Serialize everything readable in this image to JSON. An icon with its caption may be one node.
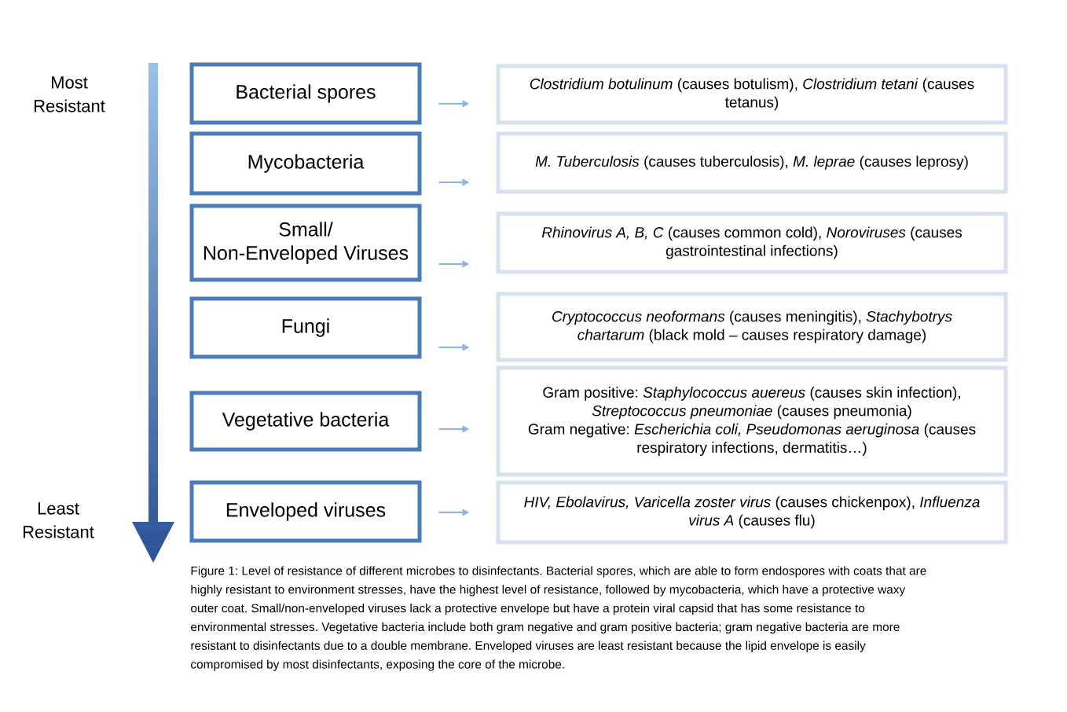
{
  "diagram": {
    "caption": "Figure 1: Level of resistance of different microbes to disinfectants. Bacterial spores, which are able to form endospores with coats that are highly resistant to environment stresses, have the highest level of resistance, followed by mycobacteria, which have a protective waxy outer coat. Small/non-enveloped viruses lack a protective envelope but have a protein viral capsid that has some resistance to environmental stresses. Vegetative bacteria include both gram negative and gram positive bacteria; gram negative bacteria are more resistant to disinfectants due to a double membrane. Enveloped viruses are least resistant because the lipid envelope is easily compromised by most disinfectants, exposing the core of the microbe.",
    "nodes": [
      {
        "text": [
          "Bacterial spores"
        ]
      },
      {
        "text": [
          "*Clostridium botulinum* (causes botulism), *Clostridium tetani* (causes tetanus)"
        ]
      },
      {
        "text": [
          "Mycobacteria"
        ]
      },
      {
        "text": [
          "*M. Tuberculosis* (causes tuberculosis), *M. leprae* (causes leprosy)"
        ]
      },
      {
        "text": [
          "Small/ Non-Enveloped Viruses"
        ]
      },
      {
        "text": [
          "*Rhinovirus A, B, C* (causes common cold), *Noroviruses* (causes gastrointestinal infections)"
        ]
      },
      {
        "text": [
          "Fungi"
        ]
      },
      {
        "text": [
          "*Cryptococcus neoformans* (causes meningitis), *Stachybotrys chartarum* (black mold – causes respiratory damage)"
        ]
      },
      {
        "text": [
          "Vegetative bacteria"
        ]
      },
      {
        "text": [
          "Gram positive: *Staphylococcus auereus* (causes skin infection), *Streptococcus pneumoniae* (causes pneumonia)",
          "Gram negative: *Escherichia coli, Pseudomonas aeruginosa* (causes respiratory infections, dermatitis…)"
        ]
      },
      {
        "text": [
          "Enveloped viruses"
        ]
      },
      {
        "text": [
          "*HIV, Ebolavirus, Varicella zoster virus* (causes chickenpox), *Influenza virus A* (causes flu)"
        ]
      }
    ],
    "edges": [
      {
        "from": 0,
        "to": 1,
        "arrow": "to"
      },
      {
        "from": 2,
        "to": 3,
        "arrow": "to"
      },
      {
        "from": 4,
        "to": 5,
        "arrow": "to"
      },
      {
        "from": 6,
        "to": 7,
        "arrow": "to"
      },
      {
        "from": 8,
        "to": 9,
        "arrow": "to"
      },
      {
        "from": 10,
        "to": 11,
        "arrow": "to"
      }
    ],
    "labels": [
      "Most Resistant",
      "Least Resistant"
    ]
  }
}
